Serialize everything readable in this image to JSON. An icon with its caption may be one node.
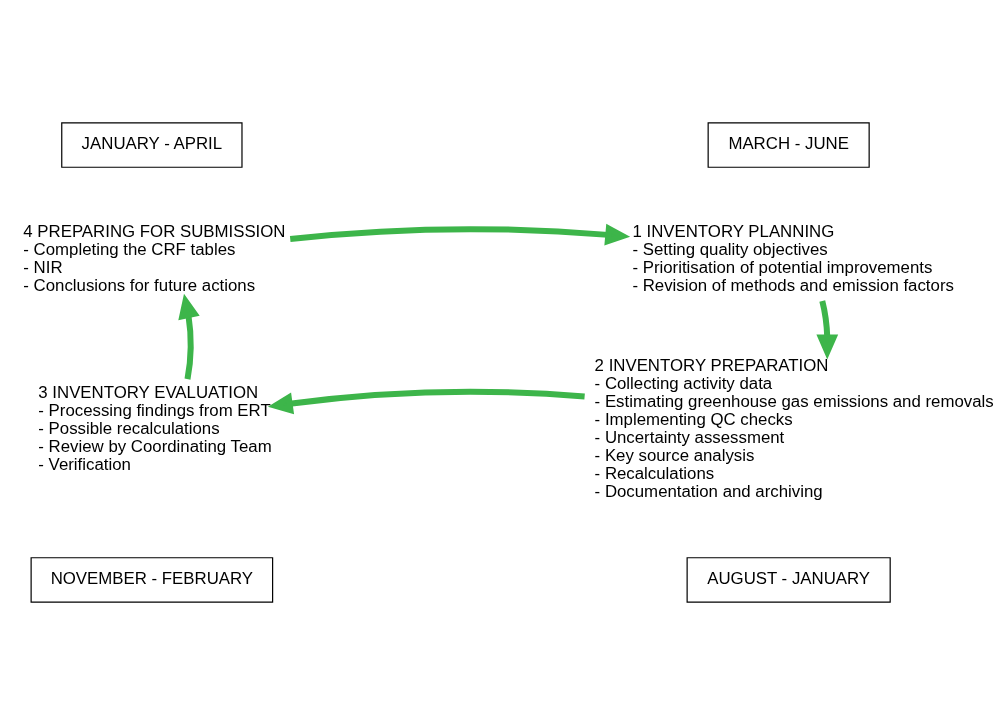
{
  "diagram": {
    "nodes": [
      {
        "text": [
          "JANUARY - APRIL"
        ]
      },
      {
        "text": [
          "MARCH - JUNE"
        ]
      },
      {
        "text": [
          "4 PREPARING FOR SUBMISSION",
          "- Completing the CRF tables",
          "- NIR",
          "- Conclusions for future actions"
        ]
      },
      {
        "text": [
          "1 INVENTORY PLANNING",
          "- Setting quality objectives",
          "- Prioritisation of potential improvements",
          "- Revision of methods and emission factors"
        ]
      },
      {
        "text": [
          "3 INVENTORY EVALUATION",
          "- Processing findings from ERT",
          "- Possible recalculations",
          "- Review by Coordinating Team",
          "- Verification"
        ]
      },
      {
        "text": [
          "2 INVENTORY PREPARATION",
          "- Collecting activity data",
          "- Estimating greenhouse gas emissions and removals",
          "- Implementing QC checks",
          "- Uncertainty assessment",
          "- Key source analysis",
          "- Recalculations",
          "- Documentation and archiving"
        ]
      },
      {
        "text": [
          "NOVEMBER - FEBRUARY"
        ]
      },
      {
        "text": [
          "AUGUST - JANUARY"
        ]
      }
    ],
    "edges": [
      {
        "from": 2,
        "to": 3,
        "arrow": "to"
      },
      {
        "from": 3,
        "to": 5,
        "arrow": "to"
      },
      {
        "from": 5,
        "to": 4,
        "arrow": "to"
      },
      {
        "from": 4,
        "to": 2,
        "arrow": "to"
      }
    ]
  }
}
